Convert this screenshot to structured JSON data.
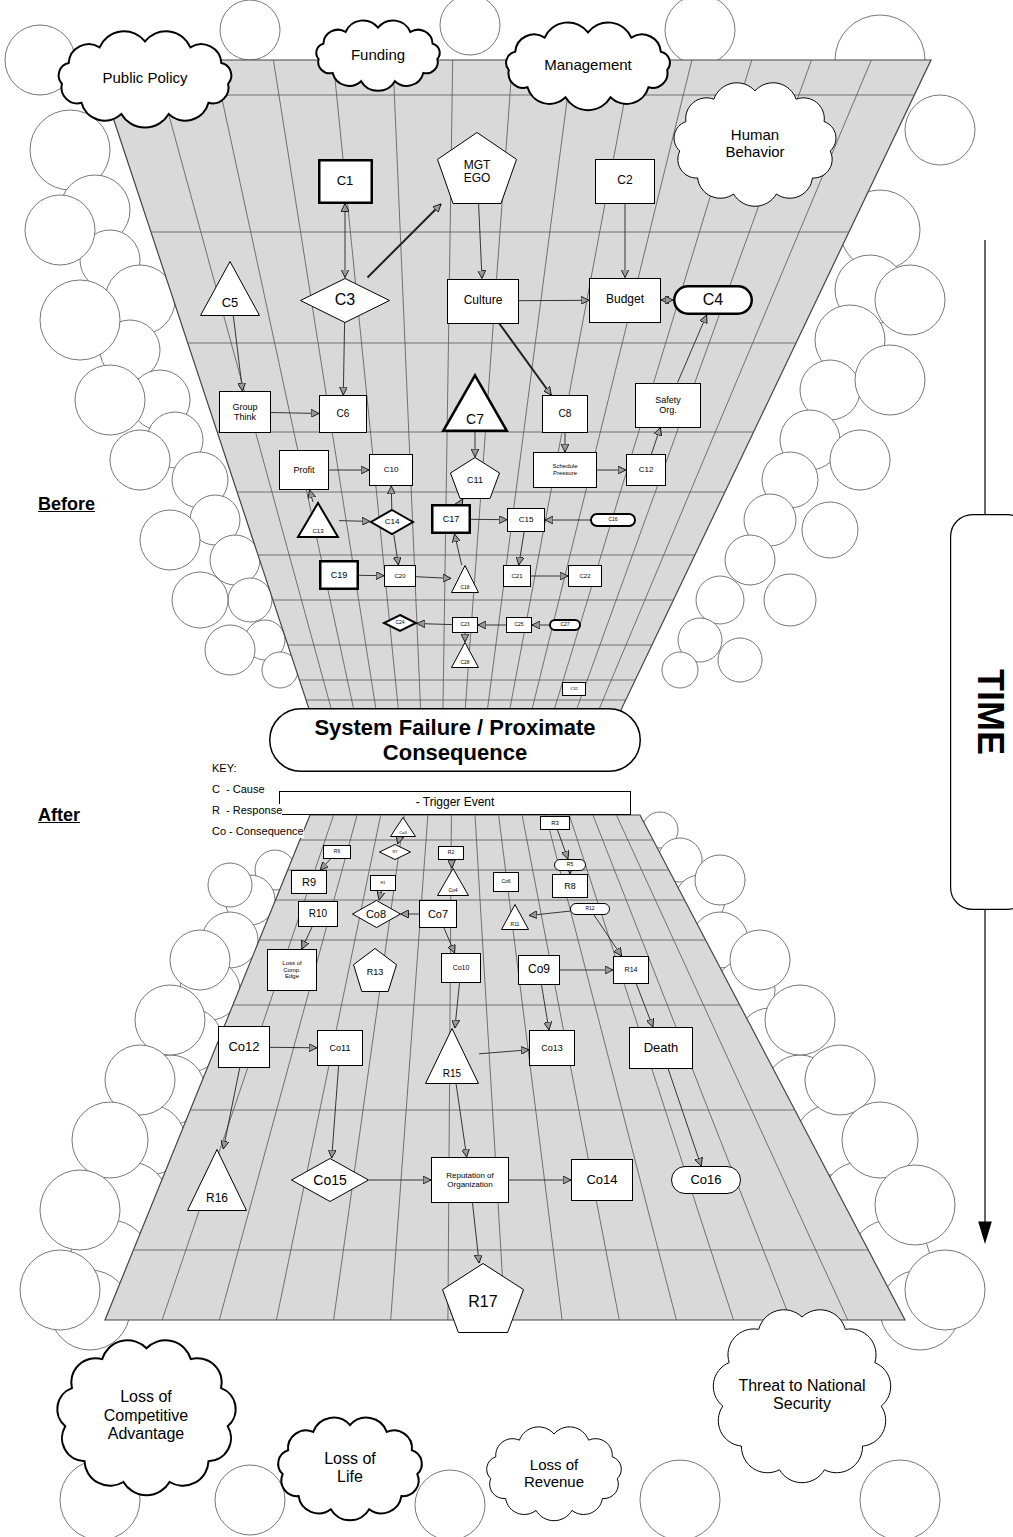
{
  "diagram": {
    "nodes": [
      {
        "text": [
          "Public Policy"
        ]
      },
      {
        "text": [
          "Funding"
        ]
      },
      {
        "text": [
          "Management"
        ]
      },
      {
        "text": [
          "Human Behavior"
        ]
      },
      {
        "text": [
          "C1"
        ]
      },
      {
        "text": [
          "MGT EGO"
        ]
      },
      {
        "text": [
          "C2"
        ]
      },
      {
        "text": [
          "C5"
        ]
      },
      {
        "text": [
          "C3"
        ]
      },
      {
        "text": [
          "Culture"
        ]
      },
      {
        "text": [
          "Budget"
        ]
      },
      {
        "text": [
          "C4"
        ]
      },
      {
        "text": [
          "Group Think"
        ]
      },
      {
        "text": [
          "C6"
        ]
      },
      {
        "text": [
          "C7"
        ]
      },
      {
        "text": [
          "C8"
        ]
      },
      {
        "text": [
          "Safety Org."
        ]
      },
      {
        "text": [
          "Profit"
        ]
      },
      {
        "text": [
          "C10"
        ]
      },
      {
        "text": [
          "C11"
        ]
      },
      {
        "text": [
          "Schedule Pressure"
        ]
      },
      {
        "text": [
          "C12"
        ]
      },
      {
        "text": [
          "C13"
        ]
      },
      {
        "text": [
          "C14"
        ]
      },
      {
        "text": [
          "C17"
        ]
      },
      {
        "text": [
          "C15"
        ]
      },
      {
        "text": [
          "C16"
        ]
      },
      {
        "text": [
          "C19"
        ]
      },
      {
        "text": [
          "C20"
        ]
      },
      {
        "text": [
          "C18"
        ]
      },
      {
        "text": [
          "C21"
        ]
      },
      {
        "text": [
          "C22"
        ]
      },
      {
        "text": [
          "C24"
        ]
      },
      {
        "text": [
          "C23"
        ]
      },
      {
        "text": [
          "C25"
        ]
      },
      {
        "text": [
          "C27"
        ]
      },
      {
        "text": [
          "C28"
        ]
      },
      {
        "text": [
          "C32"
        ]
      },
      {
        "text": [
          "System Failure / Proximate Consequence"
        ]
      },
      {
        "text": [
          "- Trigger Event"
        ]
      },
      {
        "text": [
          "Co3"
        ]
      },
      {
        "text": [
          "R3"
        ]
      },
      {
        "text": [
          "R6"
        ]
      },
      {
        "text": [
          "R7"
        ]
      },
      {
        "text": [
          "R2"
        ]
      },
      {
        "text": [
          "R5"
        ]
      },
      {
        "text": [
          "R9"
        ]
      },
      {
        "text": [
          "R1"
        ]
      },
      {
        "text": [
          "Co4"
        ]
      },
      {
        "text": [
          "Co6"
        ]
      },
      {
        "text": [
          "R8"
        ]
      },
      {
        "text": [
          "R10"
        ]
      },
      {
        "text": [
          "Co8"
        ]
      },
      {
        "text": [
          "Co7"
        ]
      },
      {
        "text": [
          "R11"
        ]
      },
      {
        "text": [
          "R12"
        ]
      },
      {
        "text": [
          "Loss of Comp. Edge"
        ]
      },
      {
        "text": [
          "R13"
        ]
      },
      {
        "text": [
          "Co10"
        ]
      },
      {
        "text": [
          "Co9"
        ]
      },
      {
        "text": [
          "R14"
        ]
      },
      {
        "text": [
          "Co12"
        ]
      },
      {
        "text": [
          "Co11"
        ]
      },
      {
        "text": [
          "R15"
        ]
      },
      {
        "text": [
          "Co13"
        ]
      },
      {
        "text": [
          "Death"
        ]
      },
      {
        "text": [
          "R16"
        ]
      },
      {
        "text": [
          "Co15"
        ]
      },
      {
        "text": [
          "Reputation of Organization"
        ]
      },
      {
        "text": [
          "Co14"
        ]
      },
      {
        "text": [
          "Co16"
        ]
      },
      {
        "text": [
          "R17"
        ]
      },
      {
        "text": [
          "Loss of Competitive Advantage"
        ]
      },
      {
        "text": [
          "Loss of Life"
        ]
      },
      {
        "text": [
          "Loss of Revenue"
        ]
      },
      {
        "text": [
          "Threat to National Security"
        ]
      },
      {
        "text": [
          "TIME"
        ]
      }
    ],
    "edges": [
      {
        "from": 8,
        "to": 4,
        "arrow": "both"
      },
      {
        "from": 8,
        "to": 5,
        "arrow": "to"
      },
      {
        "from": 5,
        "to": 9,
        "arrow": "to"
      },
      {
        "from": 6,
        "to": 10,
        "arrow": "to"
      },
      {
        "from": 9,
        "to": 10,
        "arrow": "to"
      },
      {
        "from": 10,
        "to": 11,
        "arrow": "both"
      },
      {
        "from": 7,
        "to": 12,
        "arrow": "to"
      },
      {
        "from": 8,
        "to": 13,
        "arrow": "to"
      },
      {
        "from": 12,
        "to": 13,
        "arrow": "to"
      },
      {
        "from": 9,
        "to": 15,
        "arrow": "to"
      },
      {
        "from": 16,
        "to": 11,
        "arrow": "to"
      },
      {
        "from": 21,
        "to": 16,
        "arrow": "to"
      },
      {
        "from": 14,
        "to": 19,
        "arrow": "to"
      },
      {
        "from": 24,
        "to": 19,
        "arrow": "to"
      },
      {
        "from": 17,
        "to": 18,
        "arrow": "to"
      },
      {
        "from": 23,
        "to": 18,
        "arrow": "to"
      },
      {
        "from": 15,
        "to": 20,
        "arrow": "to"
      },
      {
        "from": 20,
        "to": 21,
        "arrow": "to"
      },
      {
        "from": 22,
        "to": 23,
        "arrow": "to"
      },
      {
        "from": 22,
        "to": 17,
        "arrow": "to"
      },
      {
        "from": 24,
        "to": 25,
        "arrow": "to"
      },
      {
        "from": 26,
        "to": 25,
        "arrow": "to"
      },
      {
        "from": 23,
        "to": 28,
        "arrow": "to"
      },
      {
        "from": 27,
        "to": 28,
        "arrow": "to"
      },
      {
        "from": 29,
        "to": 24,
        "arrow": "to"
      },
      {
        "from": 28,
        "to": 29,
        "arrow": "to"
      },
      {
        "from": 30,
        "to": 31,
        "arrow": "to"
      },
      {
        "from": 25,
        "to": 30,
        "arrow": "to"
      },
      {
        "from": 33,
        "to": 32,
        "arrow": "to"
      },
      {
        "from": 34,
        "to": 33,
        "arrow": "to"
      },
      {
        "from": 35,
        "to": 34,
        "arrow": "to"
      },
      {
        "from": 33,
        "to": 36,
        "arrow": "to"
      },
      {
        "from": 41,
        "to": 45,
        "arrow": "to"
      },
      {
        "from": 42,
        "to": 46,
        "arrow": "to"
      },
      {
        "from": 40,
        "to": 43,
        "arrow": "to"
      },
      {
        "from": 44,
        "to": 48,
        "arrow": "to"
      },
      {
        "from": 45,
        "to": 50,
        "arrow": "to"
      },
      {
        "from": 47,
        "to": 52,
        "arrow": "to"
      },
      {
        "from": 53,
        "to": 52,
        "arrow": "to"
      },
      {
        "from": 51,
        "to": 56,
        "arrow": "to"
      },
      {
        "from": 55,
        "to": 54,
        "arrow": "to"
      },
      {
        "from": 55,
        "to": 60,
        "arrow": "to"
      },
      {
        "from": 53,
        "to": 58,
        "arrow": "to"
      },
      {
        "from": 59,
        "to": 60,
        "arrow": "to"
      },
      {
        "from": 59,
        "to": 64,
        "arrow": "to"
      },
      {
        "from": 60,
        "to": 65,
        "arrow": "to"
      },
      {
        "from": 61,
        "to": 62,
        "arrow": "to"
      },
      {
        "from": 62,
        "to": 67,
        "arrow": "to"
      },
      {
        "from": 61,
        "to": 66,
        "arrow": "to"
      },
      {
        "from": 58,
        "to": 63,
        "arrow": "to"
      },
      {
        "from": 63,
        "to": 64,
        "arrow": "to"
      },
      {
        "from": 65,
        "to": 70,
        "arrow": "to"
      },
      {
        "from": 67,
        "to": 68,
        "arrow": "to"
      },
      {
        "from": 68,
        "to": 69,
        "arrow": "to"
      },
      {
        "from": 63,
        "to": 68,
        "arrow": "to"
      },
      {
        "from": 68,
        "to": 71,
        "arrow": "to"
      }
    ],
    "labels": [
      "KEY:",
      "C  - Cause",
      "R  - Response",
      "Co - Consequence",
      "Before",
      "After"
    ]
  }
}
